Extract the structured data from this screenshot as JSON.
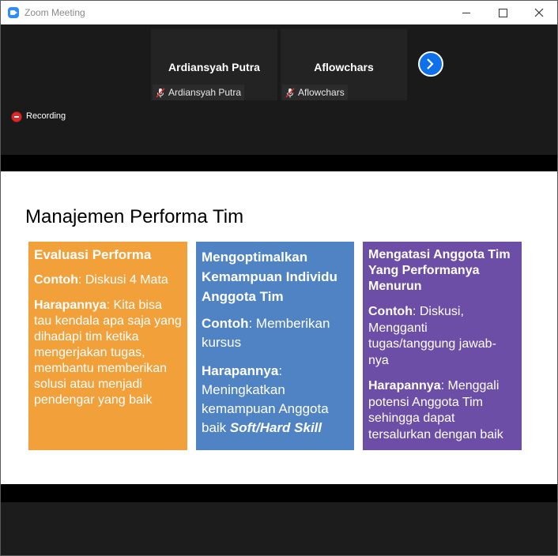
{
  "window": {
    "title": "Zoom Meeting"
  },
  "participants": [
    {
      "display_name": "Ardiansyah Putra",
      "label": "Ardiansyah Putra"
    },
    {
      "display_name": "Aflowchars",
      "label": "Aflowchars"
    }
  ],
  "recording": {
    "label": "Recording"
  },
  "slide": {
    "title": "Manajemen Performa Tim",
    "cards": [
      {
        "heading": "Evaluasi Performa",
        "example_label": "Contoh",
        "example_text": ": Diskusi 4 Mata",
        "hope_label": "Harapannya",
        "hope_text": ": Kita bisa tau kendala apa saja yang dihadapi tim ketika mengerjakan tugas, membantu memberikan solusi atau menjadi pendengar yang baik",
        "color": "#f2a03a"
      },
      {
        "heading": "Mengoptimalkan Kemampuan Individu Anggota Tim",
        "example_label": "Contoh",
        "example_text": ": Memberikan kursus",
        "hope_label": "Harapannya",
        "hope_text": ": Meningkatkan kemampuan Anggota baik ",
        "hope_emphasis": "Soft/Hard Skill",
        "color": "#4f83c4"
      },
      {
        "heading": "Mengatasi Anggota Tim Yang Performanya Menurun",
        "example_label": "Contoh",
        "example_text": ": Diskusi, Mengganti tugas/tanggung jawab-nya",
        "hope_label": "Harapannya",
        "hope_text": ": Menggali potensi Anggota Tim sehingga dapat tersalurkan dengan baik",
        "color": "#6d4ea6"
      }
    ]
  },
  "icons": {
    "app": "zoom-app-icon",
    "mute": "microphone-muted-icon",
    "next": "chevron-right-icon",
    "record": "recording-dot-icon"
  }
}
